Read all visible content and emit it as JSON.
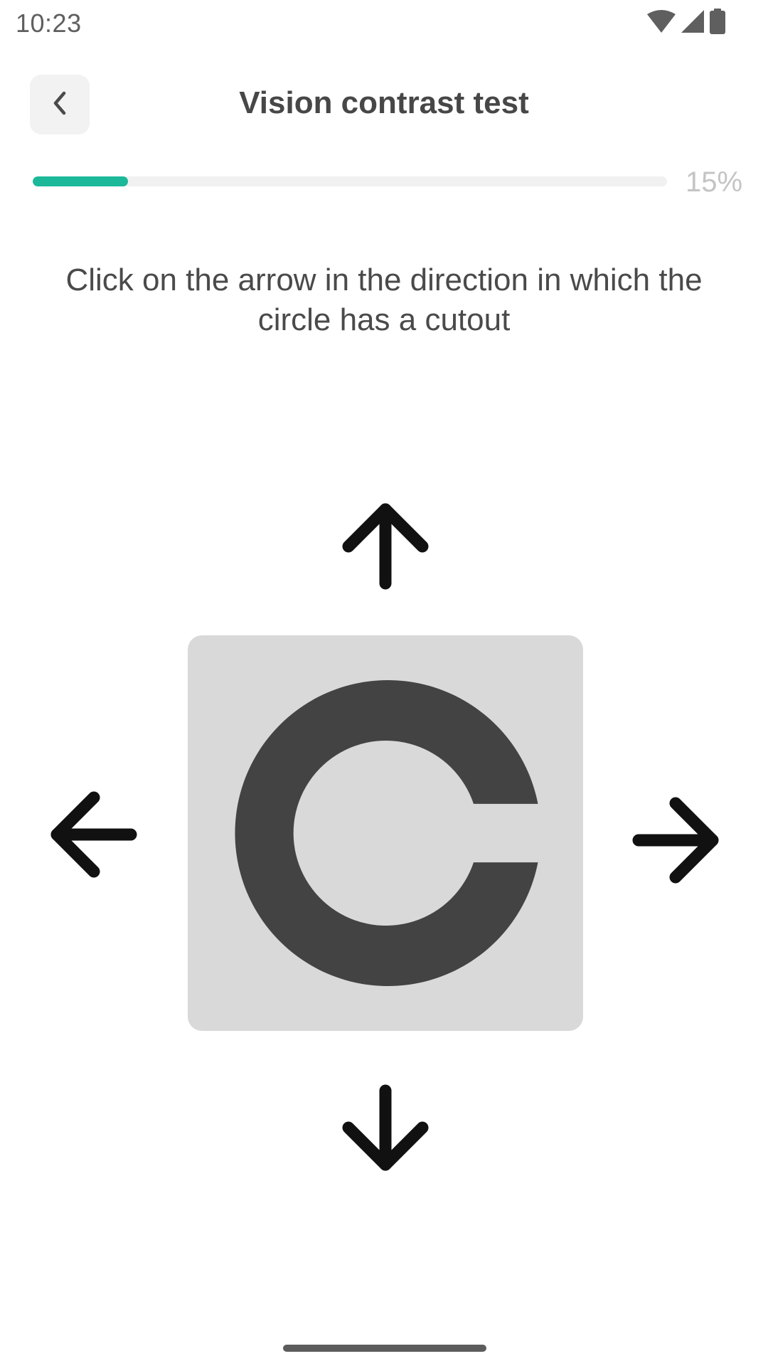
{
  "status_bar": {
    "time": "10:23",
    "icons": [
      "wifi-icon",
      "cellular-signal-icon",
      "battery-icon"
    ]
  },
  "header": {
    "title": "Vision contrast test",
    "back_icon": "chevron-left-icon"
  },
  "progress": {
    "value": 15,
    "label": "15%",
    "fill_color": "#1bb89a"
  },
  "instruction": "Click on the arrow in the direction in which the circle has a cutout",
  "test": {
    "symbol": "landolt-c-icon",
    "cutout_direction": "right",
    "symbol_color": "#434343",
    "card_color": "#d9d9d9"
  },
  "arrows": {
    "up": "arrow-up-icon",
    "down": "arrow-down-icon",
    "left": "arrow-left-icon",
    "right": "arrow-right-icon"
  }
}
